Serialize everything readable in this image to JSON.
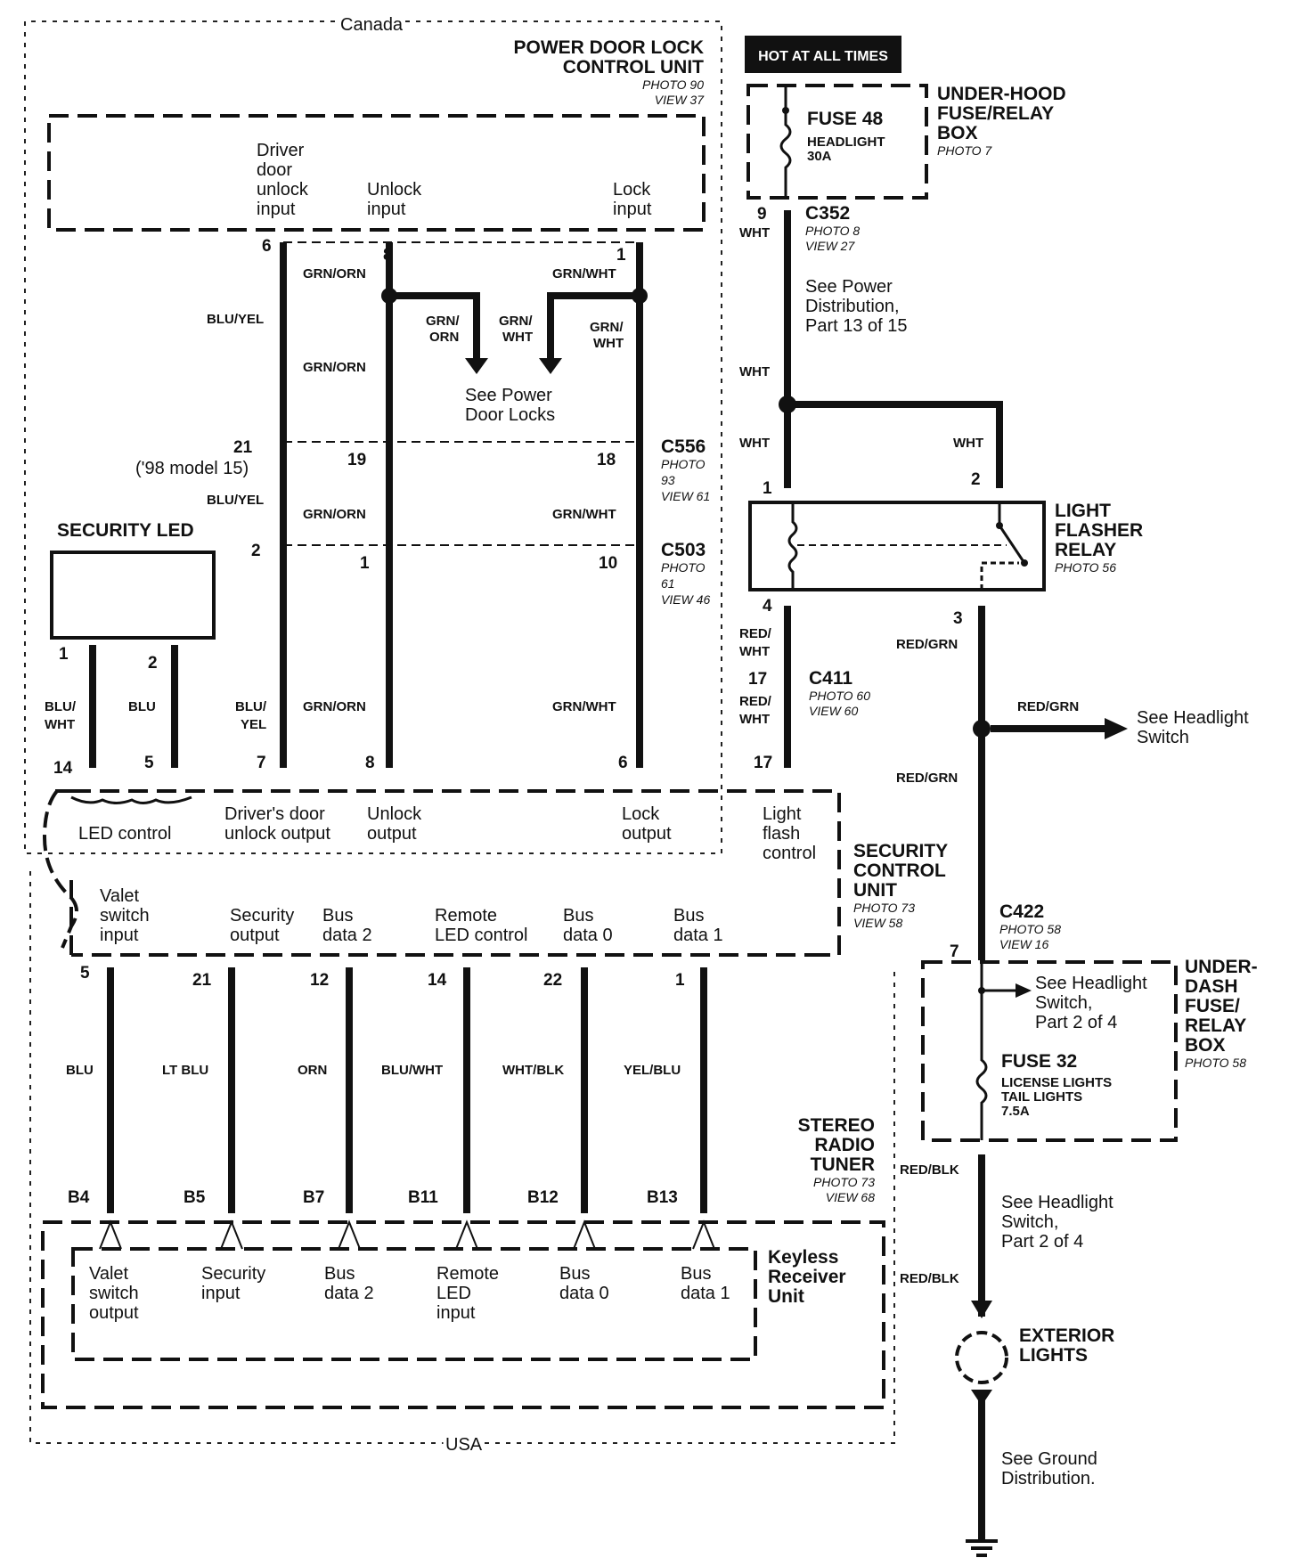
{
  "regions": {
    "canada": "Canada",
    "usa": "USA"
  },
  "hot_label": "HOT AT ALL TIMES",
  "underhood_box": {
    "fuse": "FUSE 48",
    "fuse_name": "HEADLIGHT",
    "fuse_rating": "30A",
    "title": [
      "UNDER-HOOD",
      "FUSE/RELAY",
      "BOX"
    ],
    "photo": "PHOTO 7"
  },
  "power_door_lock_unit": {
    "title": [
      "POWER DOOR LOCK",
      "CONTROL UNIT"
    ],
    "photo": "PHOTO 90",
    "view": "VIEW 37",
    "inputs": [
      [
        "Driver",
        "door",
        "unlock",
        "input"
      ],
      [
        "Unlock",
        "input"
      ],
      [
        "Lock",
        "input"
      ]
    ]
  },
  "security_led": {
    "title": "SECURITY LED"
  },
  "security_control_unit": {
    "title": [
      "SECURITY",
      "CONTROL",
      "UNIT"
    ],
    "photo": "PHOTO 73",
    "view": "VIEW 58",
    "outputs": [
      [
        "LED control"
      ],
      [
        "Driver's door",
        "unlock output"
      ],
      [
        "Unlock",
        "output"
      ],
      [
        "Lock",
        "output"
      ],
      [
        "Light",
        "flash",
        "control"
      ]
    ],
    "inputs": [
      [
        "Valet",
        "switch",
        "input"
      ],
      [
        "Security",
        "output"
      ],
      [
        "Bus",
        "data 2"
      ],
      [
        "Remote",
        "LED control"
      ],
      [
        "Bus",
        "data 0"
      ],
      [
        "Bus",
        "data 1"
      ]
    ]
  },
  "stereo_radio_tuner": {
    "title": [
      "STEREO",
      "RADIO",
      "TUNER"
    ],
    "photo": "PHOTO 73",
    "view": "VIEW 68",
    "pins": [
      "B4",
      "B5",
      "B7",
      "B11",
      "B12",
      "B13"
    ]
  },
  "keyless_receiver": {
    "title": [
      "Keyless",
      "Receiver",
      "Unit"
    ],
    "labels": [
      [
        "Valet",
        "switch",
        "output"
      ],
      [
        "Security",
        "input"
      ],
      [
        "Bus",
        "data 2"
      ],
      [
        "Remote",
        "LED",
        "input"
      ],
      [
        "Bus",
        "data 0"
      ],
      [
        "Bus",
        "data 1"
      ]
    ]
  },
  "light_flasher_relay": {
    "title": [
      "LIGHT",
      "FLASHER",
      "RELAY"
    ],
    "photo": "PHOTO 56"
  },
  "underdash_box": {
    "title": [
      "UNDER-",
      "DASH",
      "FUSE/",
      "RELAY",
      "BOX"
    ],
    "photo": "PHOTO 58",
    "fuse": "FUSE 32",
    "fuse_lines": [
      "LICENSE LIGHTS",
      "TAIL LIGHTS",
      "7.5A"
    ],
    "ref": [
      "See Headlight",
      "Switch,",
      "Part 2 of 4"
    ]
  },
  "exterior_lights": {
    "title": [
      "EXTERIOR",
      "LIGHTS"
    ]
  },
  "connectors": {
    "c352": {
      "name": "C352",
      "photo": "PHOTO 8",
      "view": "VIEW 27"
    },
    "c556": {
      "name": "C556",
      "photo": [
        "PHOTO",
        "93"
      ],
      "view": "VIEW 61"
    },
    "c503": {
      "name": "C503",
      "photo": [
        "PHOTO",
        "61"
      ],
      "view": "VIEW 46"
    },
    "c411": {
      "name": "C411",
      "photo": "PHOTO 60",
      "view": "VIEW 60"
    },
    "c422": {
      "name": "C422",
      "photo": "PHOTO 58",
      "view": "VIEW 16"
    }
  },
  "references": {
    "power_dist": [
      "See Power",
      "Distribution,",
      "Part 13 of 15"
    ],
    "power_door_locks": [
      "See Power",
      "Door Locks"
    ],
    "headlight_switch": [
      "See Headlight",
      "Switch"
    ],
    "headlight_switch_p2": [
      "See Headlight",
      "Switch,",
      "Part 2 of 4"
    ],
    "ground": [
      "See Ground",
      "Distribution."
    ],
    "model_note": "('98 model 15)"
  },
  "wire_colors": {
    "blu_yel": "BLU/YEL",
    "grn_orn": "GRN/ORN",
    "grn_wht": "GRN/WHT",
    "grn_orn_split": [
      "GRN/",
      "ORN"
    ],
    "grn_wht_split": [
      "GRN/",
      "WHT"
    ],
    "wht": "WHT",
    "red_wht": [
      "RED/",
      "WHT"
    ],
    "red_grn": "RED/GRN",
    "red_blk": "RED/BLK",
    "blu_wht": [
      "BLU/",
      "WHT"
    ],
    "blu": "BLU",
    "blu_yel_split": [
      "BLU/",
      "YEL"
    ],
    "lt_blu": "LT BLU",
    "orn": "ORN",
    "blu_wht2": "BLU/WHT",
    "wht_blk": "WHT/BLK",
    "yel_blu": "YEL/BLU"
  },
  "pins": {
    "pdl": [
      "6",
      "8",
      "1"
    ],
    "c556": [
      "21",
      "19",
      "18"
    ],
    "c503": [
      "2",
      "1",
      "10"
    ],
    "scu_top": [
      "14",
      "5",
      "7",
      "8",
      "6",
      "17"
    ],
    "led": [
      "1",
      "2"
    ],
    "relay": [
      "1",
      "2",
      "4",
      "3"
    ],
    "c352": "9",
    "c411": [
      "17",
      "17"
    ],
    "c422": "7",
    "scu_bottom": [
      "5",
      "21",
      "12",
      "14",
      "22",
      "1"
    ]
  }
}
